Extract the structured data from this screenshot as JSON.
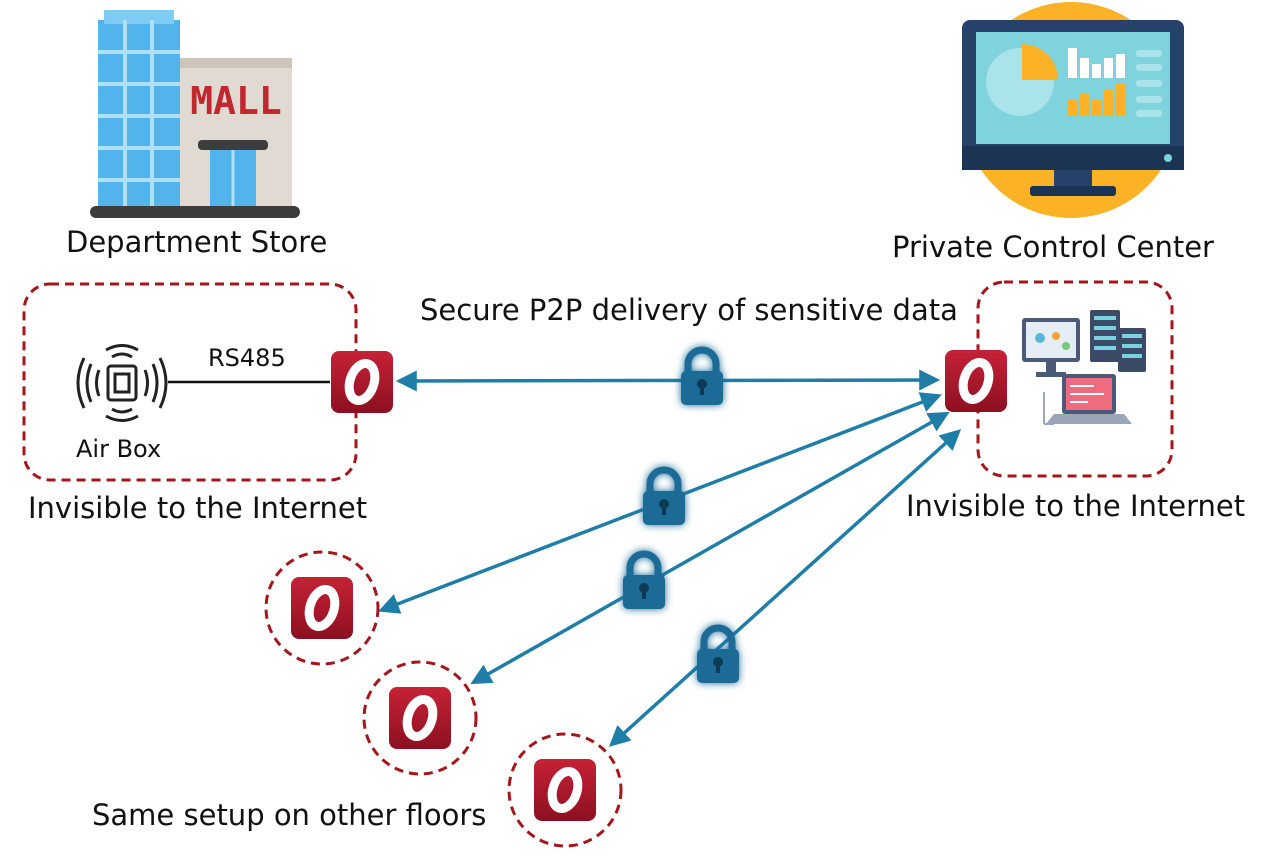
{
  "labels": {
    "department_store": "Department Store",
    "control_center": "Private Control Center",
    "mall_sign": "MALL",
    "secure_p2p": "Secure P2P delivery of sensitive data",
    "air_box": "Air Box",
    "rs485": "RS485",
    "invisible_left": "Invisible to the Internet",
    "invisible_right": "Invisible to the Internet",
    "other_floors": "Same setup on other floors"
  },
  "colors": {
    "link": "#1f7ea8",
    "lock": "#1a6a96",
    "dashed_border": "#a4161a",
    "node_red": "#b3182c",
    "node_red_dark": "#7e0f1d",
    "monitor_frame": "#26426b",
    "monitor_screen": "#7fd3dc",
    "sun_yellow": "#fbb227"
  },
  "icons": {
    "building": "mall-building-icon",
    "monitor": "monitor-dashboard-icon",
    "servers": "server-workstation-icon",
    "node": "p2p-node-icon",
    "lock": "padlock-icon",
    "sensor": "air-box-sensor-icon"
  }
}
